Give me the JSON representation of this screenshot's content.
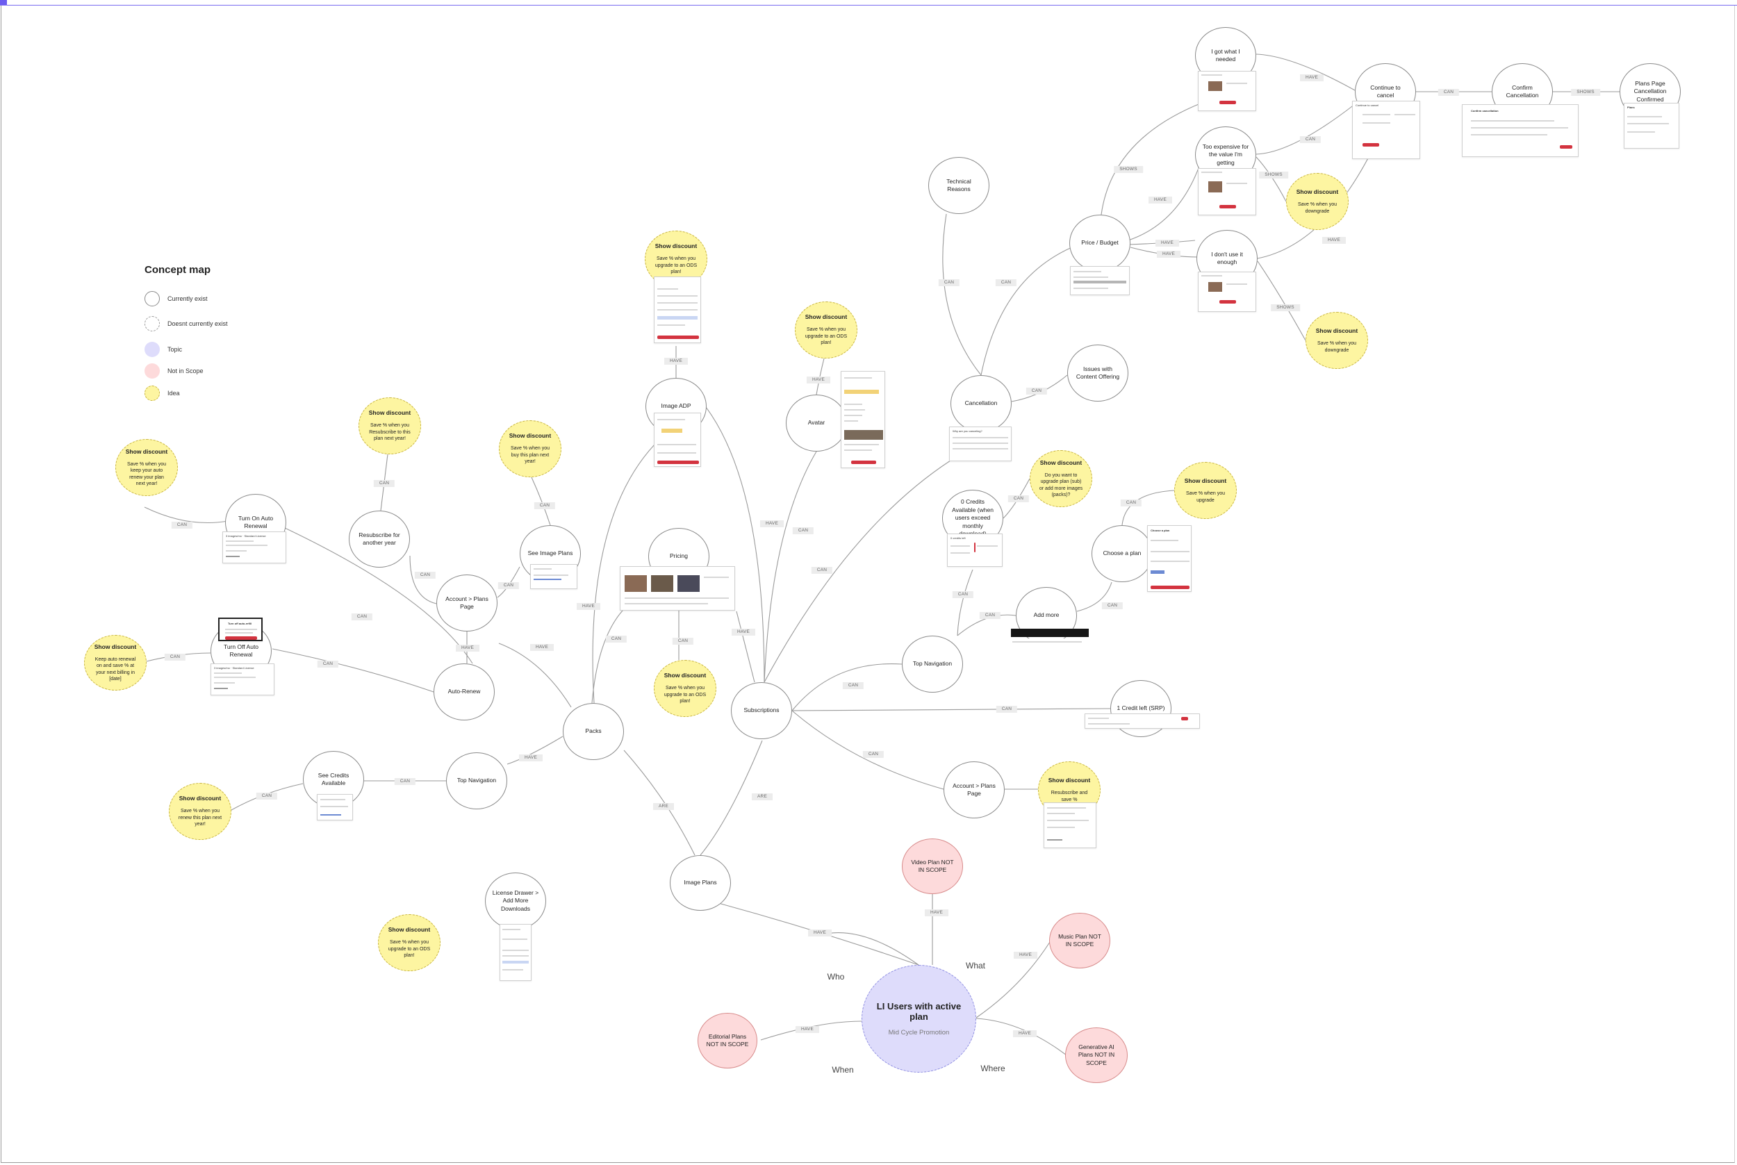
{
  "legend": {
    "title": "Concept map",
    "items": [
      {
        "kind": "exist",
        "label": "Currently exist"
      },
      {
        "kind": "new",
        "label": "Doesnt currently exist"
      },
      {
        "kind": "topic",
        "label": "Topic"
      },
      {
        "kind": "scope",
        "label": "Not in Scope"
      },
      {
        "kind": "idea",
        "label": "Idea"
      }
    ]
  },
  "center": {
    "title": "LI Users with active plan",
    "subtitle": "Mid Cycle Promotion"
  },
  "questions": {
    "who": "Who",
    "what": "What",
    "when": "When",
    "where": "Where"
  },
  "nodes": {
    "editorial": "Editorial Plans  NOT IN SCOPE",
    "video": "Video Plan NOT IN SCOPE",
    "music": "Music Plan  NOT IN SCOPE",
    "genai": "Generative AI Plans NOT IN SCOPE",
    "image_plans": "Image Plans",
    "packs": "Packs",
    "subscriptions": "Subscriptions",
    "license_drawer": "License Drawer > Add More Downloads",
    "top_nav_packs": "Top Navigation",
    "see_credits": "See Credits Available",
    "auto_renew": "Auto-Renew",
    "turn_off_renewal": "Turn Off Auto Renewal",
    "turn_on_renewal": "Turn On Auto Renewal",
    "account_plans_packs": "Account > Plans Page",
    "resubscribe": "Resubscribe for another year",
    "see_image_plans": "See Image Plans",
    "image_adp": "Image ADP",
    "pricing": "Pricing",
    "avatar": "Avatar",
    "cancellation": "Cancellation",
    "technical": "Technical Reasons",
    "price_budget": "Price / Budget",
    "issues_content": "Issues with Content Offering",
    "got_what_needed": "I got what I needed",
    "too_expensive": "Too expensive for the value I'm getting",
    "dont_use": "I don't use it enough",
    "continue_cancel": "Continue to cancel",
    "confirm_cancel": "Confirm Cancellation",
    "plans_cancel_confirmed": "Plans Page Cancellation Confirmed",
    "zero_credits": "0 Credits Available (when users exceed monthly download)",
    "add_more": "Add more",
    "choose_plan": "Choose a plan",
    "top_nav_subs": "Top Navigation",
    "one_credit": "1 Credit left (SRP)",
    "account_plans_subs": "Account > Plans Page"
  },
  "ideas": {
    "keep_auto_renewal": {
      "title": "Show discount",
      "text": "Save % when you keep your auto renew your plan next year!"
    },
    "keep_on_renewal": {
      "title": "Show discount",
      "text": "Keep auto renewal on and save % at your next billing in [date]"
    },
    "resubscribe": {
      "title": "Show discount",
      "text": "Save % when you Resubscribe to this plan next year!"
    },
    "buy_next_year": {
      "title": "Show discount",
      "text": "Save % when you buy this plan next year!"
    },
    "adp_upgrade": {
      "title": "Show discount",
      "text": "Save % when you upgrade to an ODS plan!"
    },
    "avatar_upgrade": {
      "title": "Show discount",
      "text": "Save % when you upgrade to an ODS plan!"
    },
    "pricing_upgrade": {
      "title": "Show discount",
      "text": "Save % when you upgrade to an ODS plan!"
    },
    "renew_plan": {
      "title": "Show discount",
      "text": "Save % when you renew this plan next year!"
    },
    "license_upgrade": {
      "title": "Show discount",
      "text": "Save % when you upgrade to an ODS plan!"
    },
    "upgrade_plan": {
      "title": "Show discount",
      "text": "Do you want to upgrade plan (sub) or add more images (packs)?"
    },
    "save_upgrade": {
      "title": "Show discount",
      "text": "Save % when you upgrade"
    },
    "resub_save": {
      "title": "Show discount",
      "text": "Resubscribe and save %"
    },
    "downgrade_a": {
      "title": "Show discount",
      "text": "Save % when you downgrade"
    },
    "downgrade_b": {
      "title": "Show discount",
      "text": "Save % when you downgrade"
    }
  },
  "edge_labels": [
    "HAVE",
    "HAVE",
    "HAVE",
    "HAVE",
    "HAVE",
    "ARE",
    "ARE",
    "HAVE",
    "HAVE",
    "CAN",
    "CAN",
    "HAVE",
    "CAN",
    "CAN",
    "CAN",
    "CAN",
    "HAVE",
    "CAN",
    "CAN",
    "CAN",
    "CAN",
    "HAVE",
    "CAN",
    "HAVE",
    "HAVE",
    "CAN",
    "HAVE",
    "CAN",
    "CAN",
    "HAVE",
    "CAN",
    "CAN",
    "CAN",
    "SHOWS",
    "HAVE",
    "HAVE",
    "HAVE",
    "HAVE",
    "CAN",
    "HAVE",
    "CAN",
    "SHOWS",
    "SHOWS",
    "SHOWS",
    "CAN",
    "CAN",
    "CAN",
    "CAN",
    "CAN",
    "CAN",
    "CAN",
    "CAN"
  ],
  "thumbs": {
    "turn_off_popup": "Turn off auto-refill",
    "account_card": "3 images/mo · Standard License",
    "confirm_title": "Confirm cancellation",
    "choose_title": "Choose a plan",
    "why_cancel": "Why are you canceling?",
    "cancel_to": "Continue to cancel",
    "plans": "Plans",
    "credits": "0 credits left"
  }
}
